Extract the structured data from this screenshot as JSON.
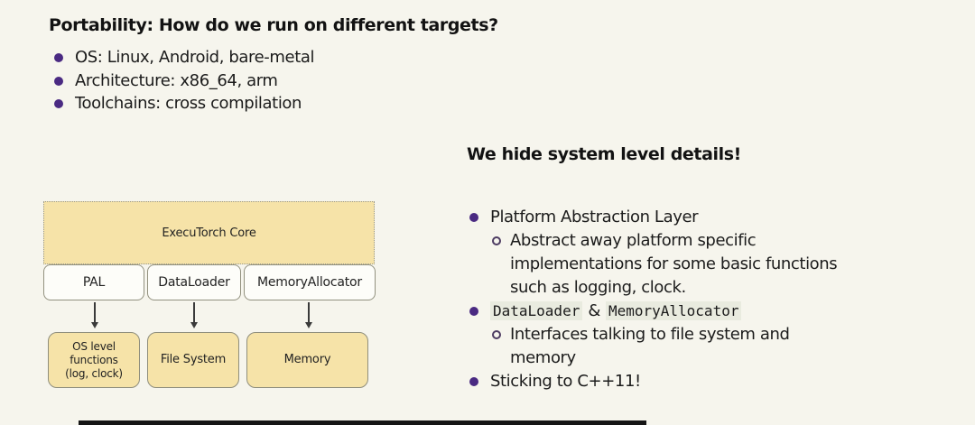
{
  "slide": {
    "title": "Portability: How do we run on different targets?"
  },
  "left_bullets": {
    "os": "OS: Linux, Android, bare-metal",
    "arch": "Architecture: x86_64, arm",
    "toolchains": "Toolchains: cross compilation"
  },
  "right": {
    "heading": "We hide system level details!",
    "pal_label": "Platform Abstraction Layer",
    "pal_sub": "Abstract away platform specific implementations for some basic functions such as logging, clock.",
    "loaders_code_a": "DataLoader",
    "loaders_joiner": "&",
    "loaders_code_b": "MemoryAllocator",
    "loaders_sub": "Interfaces talking to file system and memory",
    "cpp_label": "Sticking to C++11!"
  },
  "diagram": {
    "core": "ExecuTorch Core",
    "pal": "PAL",
    "dataloader": "DataLoader",
    "memoryallocator": "MemoryAllocator",
    "os_functions_line1": "OS level functions",
    "os_functions_line2": "(log, clock)",
    "file_system": "File System",
    "memory": "Memory"
  },
  "colors": {
    "background": "#f6f5ed",
    "bullet_purple": "#4a2a82",
    "text": "#1b1b1b",
    "box_yellow": "#f6e3a8",
    "box_border": "#8f8e7c",
    "code_background": "#e9ebdf",
    "bottom_bar": "#151515"
  }
}
